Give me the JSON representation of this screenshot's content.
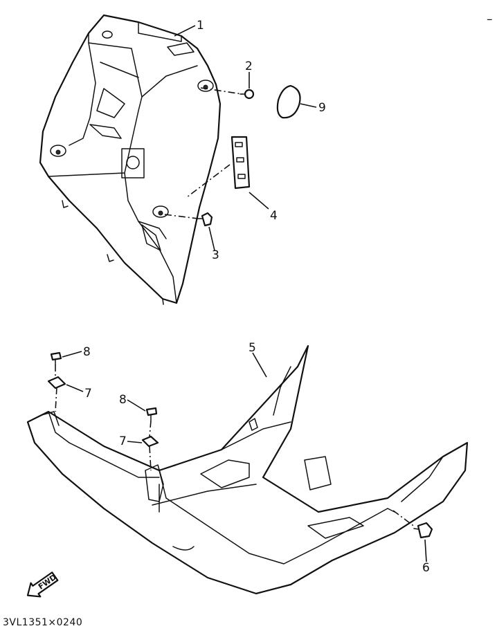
{
  "callouts": {
    "p1": "1",
    "p2": "2",
    "p3": "3",
    "p4": "4",
    "p5": "5",
    "p6": "6",
    "p7a": "7",
    "p7b": "7",
    "p8a": "8",
    "p8b": "8",
    "p9": "9"
  },
  "fwd_arrow": "FWD",
  "drawing_code": "3VL1351×0240",
  "corner_mark": "–"
}
